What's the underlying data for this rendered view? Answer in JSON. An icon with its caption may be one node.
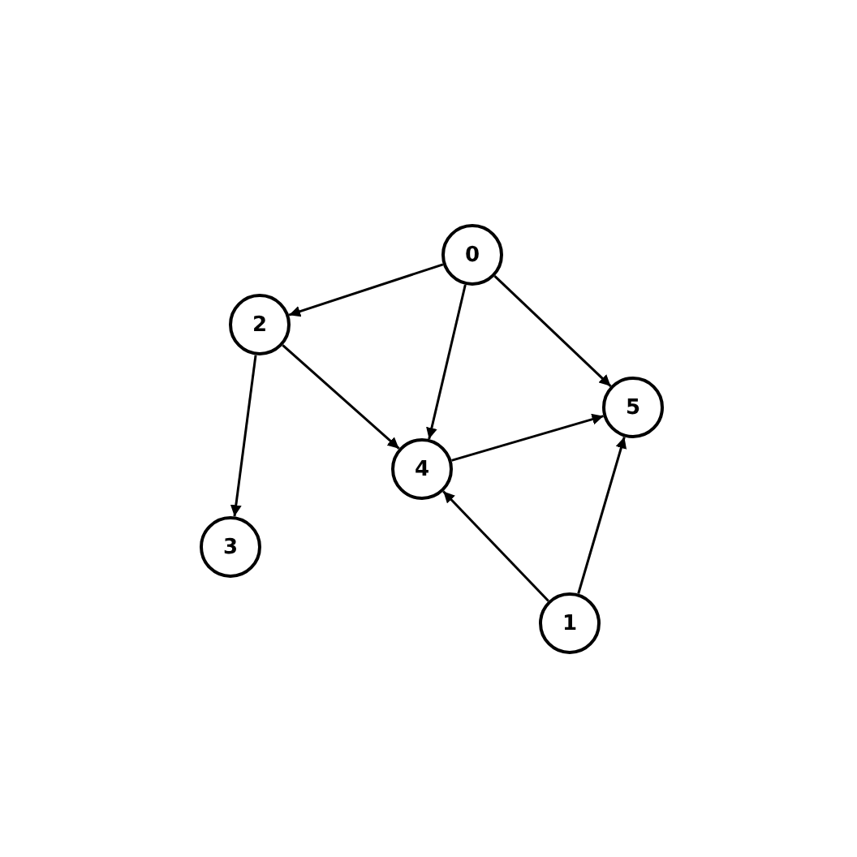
{
  "diagram": {
    "nodes": [
      {
        "text": [
          "0"
        ]
      },
      {
        "text": [
          "2"
        ]
      },
      {
        "text": [
          "5"
        ]
      },
      {
        "text": [
          "4"
        ]
      },
      {
        "text": [
          "3"
        ]
      },
      {
        "text": [
          "1"
        ]
      }
    ],
    "edges": [
      {
        "from": 0,
        "to": 1,
        "arrow": "to"
      },
      {
        "from": 0,
        "to": 3,
        "arrow": "to"
      },
      {
        "from": 0,
        "to": 2,
        "arrow": "to"
      },
      {
        "from": 1,
        "to": 3,
        "arrow": "to"
      },
      {
        "from": 1,
        "to": 4,
        "arrow": "to"
      },
      {
        "from": 3,
        "to": 2,
        "arrow": "to"
      },
      {
        "from": 5,
        "to": 3,
        "arrow": "to"
      },
      {
        "from": 5,
        "to": 2,
        "arrow": "to"
      }
    ]
  }
}
